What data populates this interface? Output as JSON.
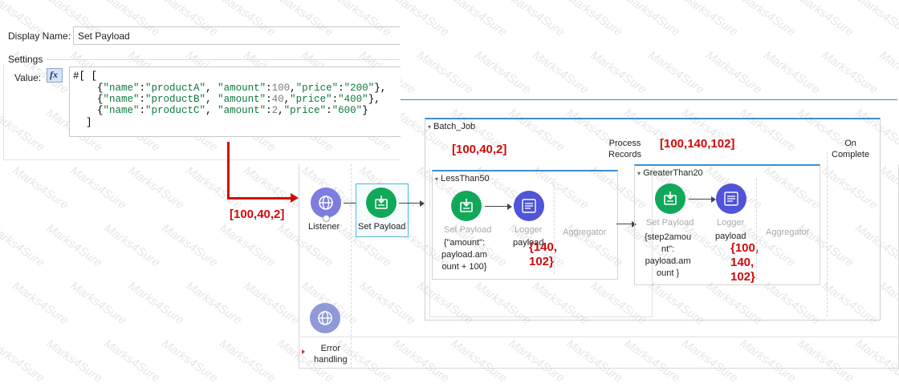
{
  "props": {
    "display_name_label": "Display Name:",
    "display_name_value": "Set Payload",
    "settings_label": "Settings",
    "value_label": "Value:",
    "fx_label": "fx"
  },
  "code": {
    "prefix": "#[ [",
    "rows": [
      {
        "n1": "\"name\"",
        "v1": "\"productA\"",
        "n2": "\"amount\"",
        "v2": "100",
        "n3": "\"price\"",
        "v3": "\"200\"",
        "end": "},"
      },
      {
        "n1": "\"name\"",
        "v1": "\"productB\"",
        "n2": "\"amount\"",
        "v2": "40",
        "n3": "\"price\"",
        "v3": "\"400\"",
        "end": "},"
      },
      {
        "n1": "\"name\"",
        "v1": "\"productC\"",
        "n2": "\"amount\"",
        "v2": "2",
        "n3": "\"price\"",
        "v3": "\"600\"",
        "end": "}"
      }
    ],
    "close": "]"
  },
  "flow": {
    "input_annotation": "[100,40,2]",
    "listener_label": "Listener",
    "set_payload_label": "Set Payload",
    "error_handling_label": "Error\nhandling"
  },
  "batch": {
    "job_title": "Batch_Job",
    "annotation_1": "[100,40,2]",
    "process_records_label": "Process\nRecords",
    "annotation_2": "[100,140,102]",
    "on_complete_label": "On\nComplete",
    "step1": {
      "title": "LessThan50",
      "set_payload_label": "Set Payload",
      "set_payload_value": "{\"amount\":\npayload.am\nount + 100}",
      "logger_label": "Logger",
      "logger_value": "payload",
      "logger_annotation": "{140,\n102}",
      "aggregator_label": "Aggregator"
    },
    "step2": {
      "title": "GreaterThan20",
      "set_payload_label": "Set Payload",
      "set_payload_value": "{step2amou\nnt\":\npayload.am\nount }",
      "logger_label": "Logger",
      "logger_value": "payload",
      "logger_annotation": "{100,\n140,\n102}",
      "aggregator_label": "Aggregator"
    }
  },
  "watermark": "Marks4Sure",
  "colors": {
    "set_payload": "#11a85a",
    "logger": "#4f54d8",
    "listener": "#7d7cdf",
    "annotation_red": "#d10a0a",
    "step_border": "#3a8fd6"
  }
}
